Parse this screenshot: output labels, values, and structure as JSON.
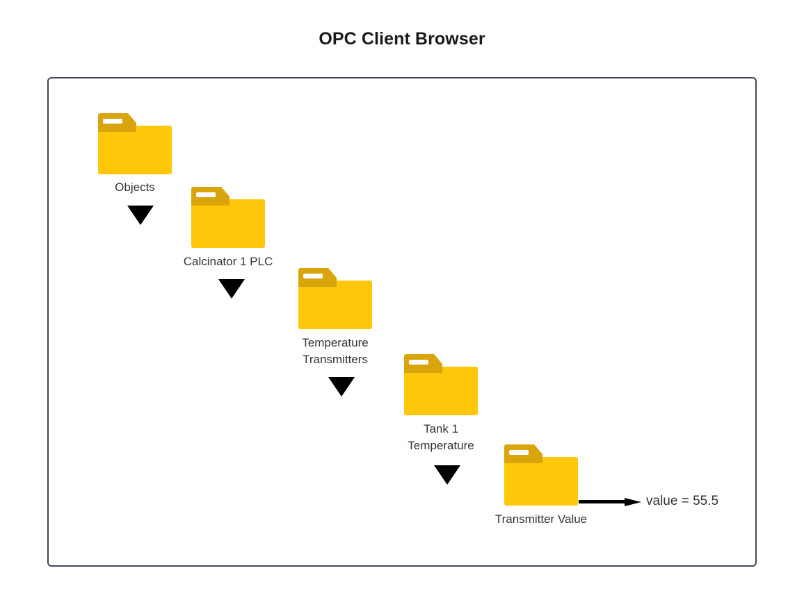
{
  "page": {
    "title": "OPC Client Browser",
    "background_color": "#ffffff",
    "frame_border_color": "#3f4854"
  },
  "colors": {
    "folder_body": "#ffc709",
    "folder_tab": "#d9a40c",
    "folder_slot": "#ffffff",
    "arrow": "#000000",
    "label_text": "#333333",
    "title_text": "#1a1a1a"
  },
  "diagram": {
    "type": "hierarchy-browse-tree",
    "nodes": [
      {
        "id": "objects",
        "icon": "folder-icon",
        "label": "Objects"
      },
      {
        "id": "calcinator-1-plc",
        "icon": "folder-icon",
        "label": "Calcinator 1 PLC"
      },
      {
        "id": "temperature-transmitters",
        "icon": "folder-icon",
        "label": "Temperature\nTransmitters"
      },
      {
        "id": "tank-1-temperature",
        "icon": "folder-icon",
        "label": "Tank 1\nTemperature"
      },
      {
        "id": "transmitter-value",
        "icon": "folder-icon",
        "label": "Transmitter Value"
      }
    ],
    "connectors": [
      {
        "id": "arrow-1",
        "icon": "down-arrow-icon",
        "from": "objects",
        "to": "calcinator-1-plc"
      },
      {
        "id": "arrow-2",
        "icon": "down-arrow-icon",
        "from": "calcinator-1-plc",
        "to": "temperature-transmitters"
      },
      {
        "id": "arrow-3",
        "icon": "down-arrow-icon",
        "from": "temperature-transmitters",
        "to": "tank-1-temperature"
      },
      {
        "id": "arrow-4",
        "icon": "down-arrow-icon",
        "from": "tank-1-temperature",
        "to": "transmitter-value"
      },
      {
        "id": "arrow-5",
        "icon": "right-arrow-icon",
        "from": "transmitter-value",
        "to": "value-readout"
      }
    ],
    "value_readout": "value = 55.5"
  }
}
